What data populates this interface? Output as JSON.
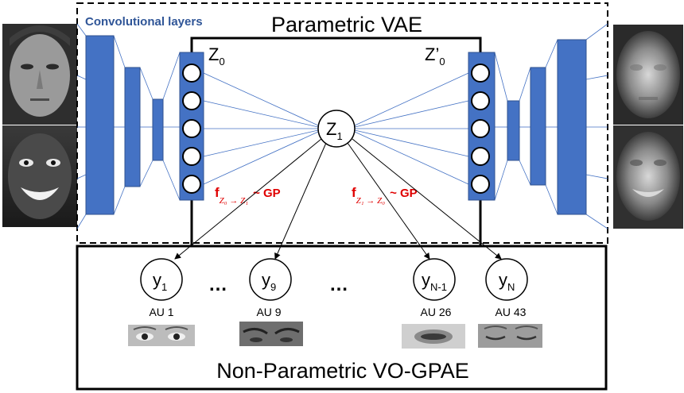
{
  "titles": {
    "parametric": "Parametric VAE",
    "conv_layers": "Convolutional  layers",
    "nonparametric": "Non-Parametric VO-GPAE"
  },
  "latent": {
    "z0": {
      "main": "Z",
      "sub": "0"
    },
    "z0p": {
      "main": "Z’",
      "sub": "0"
    },
    "z1": {
      "main": "Z",
      "sub": "1"
    }
  },
  "gp_labels": {
    "left": {
      "f": "f",
      "sub": "Z₀ → Z₁",
      "gp": "~ GP"
    },
    "right": {
      "f": "f",
      "sub": "Z₁ → Z₀",
      "gp": "~ GP"
    }
  },
  "outputs": [
    {
      "main": "y",
      "sub": "1",
      "au": "AU 1"
    },
    {
      "main": "y",
      "sub": "9",
      "au": "AU 9"
    },
    {
      "main": "y",
      "sub": "N-1",
      "au": "AU 26"
    },
    {
      "main": "y",
      "sub": "N",
      "au": "AU 43"
    }
  ],
  "ellipsis": "…",
  "colors": {
    "blue": "#4472c4",
    "red": "#e00000"
  }
}
